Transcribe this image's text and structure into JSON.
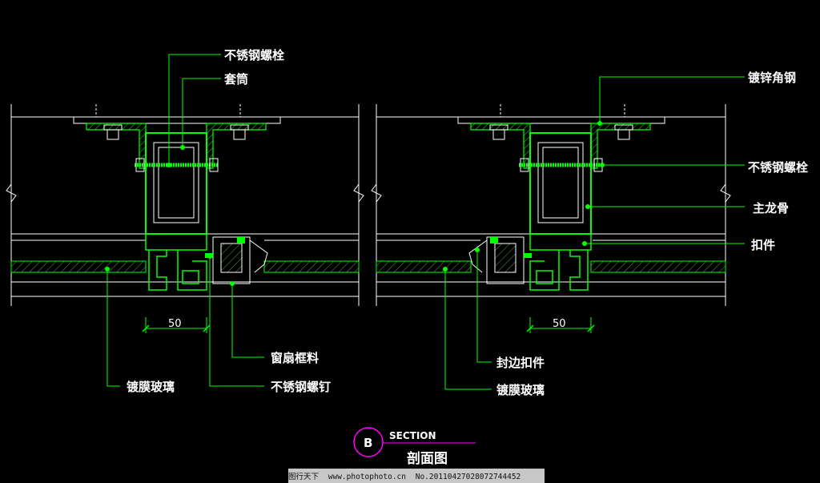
{
  "left_detail": {
    "labels": {
      "bolt_top": "不锈钢螺栓",
      "sleeve": "套筒",
      "sash_frame": "窗扇框料",
      "glass": "镀膜玻璃",
      "screw": "不锈钢螺钉"
    },
    "dimension": "50"
  },
  "right_detail": {
    "labels": {
      "angle_steel": "镀锌角钢",
      "bolt": "不锈钢螺栓",
      "mullion": "主龙骨",
      "clip": "扣件",
      "edge_clip": "封边扣件",
      "glass": "镀膜玻璃"
    },
    "dimension": "50"
  },
  "section_mark": {
    "letter": "B",
    "word": "SECTION",
    "title": "剖面图"
  },
  "watermark": {
    "site": "图行天下",
    "url": "www.photophoto.cn",
    "number": "No.20110427028072744452"
  },
  "colors": {
    "background": "#000000",
    "structure": "#00ff00",
    "leader": "#00ff00",
    "lines": "#ffffff",
    "section_circle": "#ff00ff",
    "dim_line": "#00ff00"
  }
}
